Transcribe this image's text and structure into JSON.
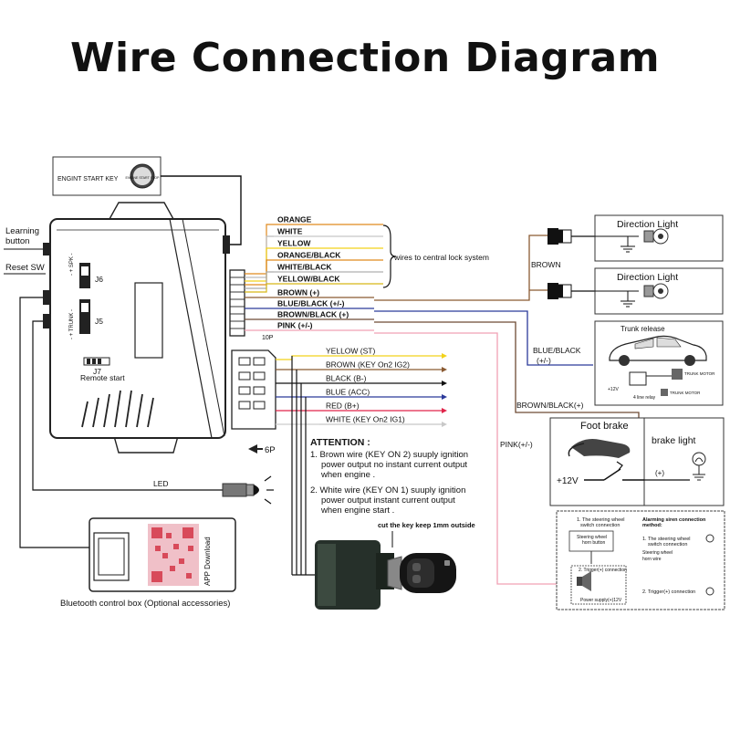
{
  "title": "Wire Connection Diagram",
  "start_key": {
    "label": "ENGINT START KEY",
    "button_text": "ENGINE START STOP"
  },
  "left_labels": {
    "learning": "Learning",
    "button": "button",
    "reset": "Reset SW"
  },
  "module": {
    "j6": "J6",
    "j5": "J5",
    "j7": "J7",
    "remote_start": "Remote start",
    "spk": "- + SPK -",
    "trunk": "- + TRUNK -",
    "connector_10p": "10P",
    "connector_6p": "6P"
  },
  "wires_top": [
    {
      "label": "ORANGE",
      "color": "#e08a1e"
    },
    {
      "label": "WHITE",
      "color": "#c8c8c8"
    },
    {
      "label": "YELLOW",
      "color": "#f2d21a"
    },
    {
      "label": "ORANGE/BLACK",
      "color": "#e08a1e"
    },
    {
      "label": "WHITE/BLACK",
      "color": "#b0b0b0"
    },
    {
      "label": "YELLOW/BLACK",
      "color": "#d6b818"
    },
    {
      "label": "BROWN (+)",
      "color": "#8a5a32"
    },
    {
      "label": "BLUE/BLACK (+/-)",
      "color": "#2b3a9a"
    },
    {
      "label": "BROWN/BLACK (+)",
      "color": "#6d4a34"
    },
    {
      "label": "PINK (+/-)",
      "color": "#f0a0b4"
    }
  ],
  "central_lock": "wires to central lock system",
  "wires_6p": [
    {
      "label": "YELLOW (ST)",
      "color": "#f2d21a"
    },
    {
      "label": "BROWN (KEY On2 IG2)",
      "color": "#8a5a32"
    },
    {
      "label": "BLACK (B-)",
      "color": "#111111"
    },
    {
      "label": "BLUE (ACC)",
      "color": "#2b3a9a"
    },
    {
      "label": "RED (B+)",
      "color": "#e0254a"
    },
    {
      "label": "WHITE (KEY On2 IG1)",
      "color": "#c8c8c8"
    }
  ],
  "right_labels": {
    "brown": "BROWN",
    "blue_black": "BLUE/BLACK",
    "blue_black_sub": "(+/-)",
    "brown_black": "BROWN/BLACK(+)",
    "pink": "PINK(+/-)"
  },
  "direction_light_1": "Direction Light",
  "direction_light_2": "Direction Light",
  "trunk": {
    "title": "Trunk release",
    "motor": "TRUNK MOTOR",
    "relay": "4 line relay",
    "plus12": "+12V",
    "motor2": "TRUNK MOTOR"
  },
  "foot_brake": {
    "title": "Foot brake",
    "plus12": "+12V",
    "plus": "(+)",
    "brake_light": "brake light"
  },
  "attention": {
    "title": "ATTENTION :",
    "line1a": "1. Brown wire (KEY ON 2) suuply ignition",
    "line1b": "power output no instant current output",
    "line1c": "when engine .",
    "line2a": "2. White wire (KEY ON 1) suuply ignition",
    "line2b": "power output  instant current output",
    "line2c": "when engine start ."
  },
  "key_cut": "cut the key keep 1mm outside",
  "led": "LED",
  "bluetooth": {
    "label": "Bluetooth control box (Optional accessories)",
    "app": "APP Download"
  },
  "alarm": {
    "left_title_1": "1. The steering wheel",
    "left_title_2": "switch connection",
    "right_title_1": "Alarming siren connection",
    "right_title_2": "method:",
    "horn_button_1": "Steering wheel",
    "horn_button_2": "horn button",
    "horn_wire_1": "Steering wheel",
    "horn_wire_2": "horn wire",
    "opt1_1": "1. The steering wheel",
    "opt1_2": "switch connection",
    "trigger": "2. Trigger(+) connection",
    "power": "Power supply(+)12V",
    "opt2": "2. Trigger(+) connection"
  }
}
